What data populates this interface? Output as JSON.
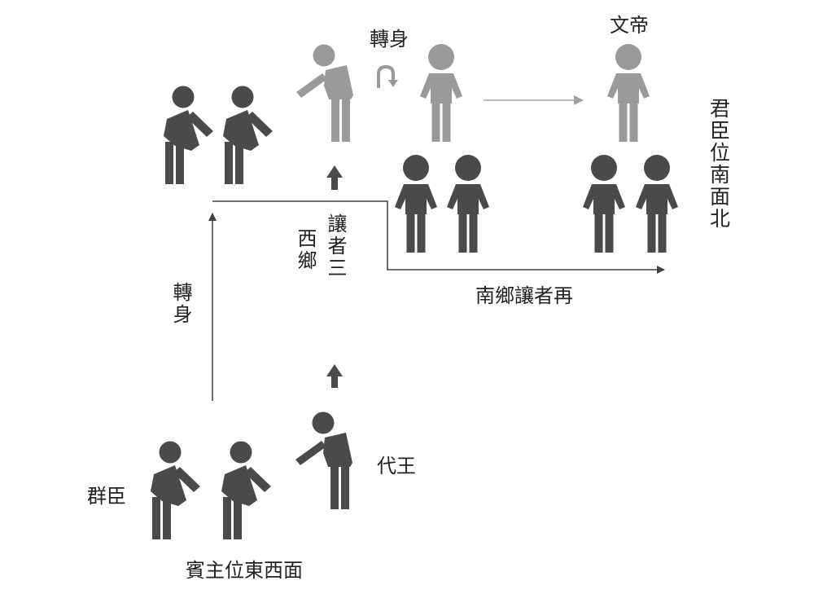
{
  "labels": {
    "top_turn": "轉身",
    "emperor": "文帝",
    "ruler_position_vertical": "君臣位南面北",
    "west_facing": "西鄉",
    "yield_three": "讓者三",
    "south_yield": "南鄉讓者再",
    "side_turn": "轉身",
    "king_dai": "代王",
    "ministers": "群臣",
    "guest_host_position": "賓主位東西面"
  },
  "colors": {
    "dark_figure": "#4a4a4a",
    "light_figure": "#9a9a9a",
    "dark_line": "#444444",
    "light_line": "#a0a0a0",
    "text": "#222222"
  }
}
